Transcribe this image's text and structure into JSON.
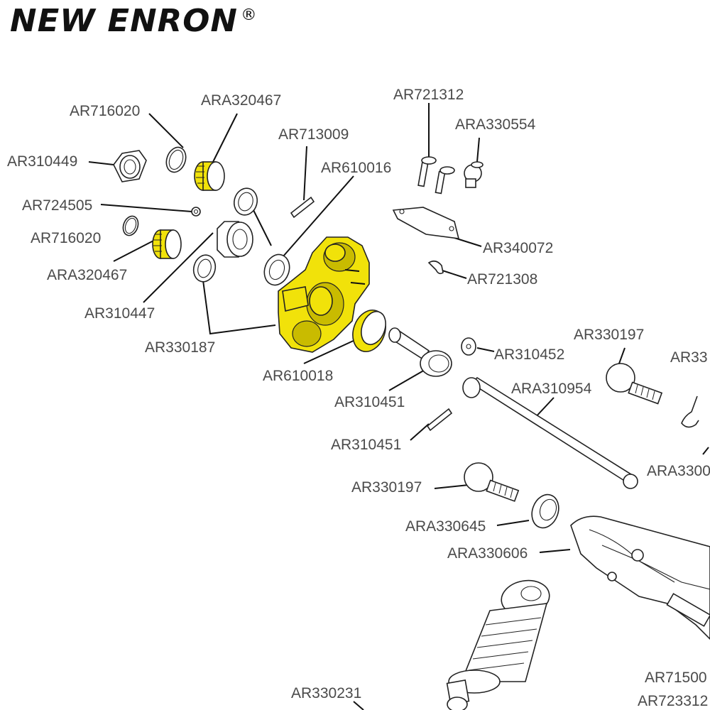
{
  "brand": {
    "name": "NEW ENRON",
    "mark": "®"
  },
  "colors": {
    "highlight": "#f1e20a",
    "line": "#222222",
    "label": "#4a4a4a"
  },
  "labels": {
    "ar716020_a": "AR716020",
    "ara320467_a": "ARA320467",
    "ar310449": "AR310449",
    "ar724505": "AR724505",
    "ar716020_b": "AR716020",
    "ara320467_b": "ARA320467",
    "ar310447": "AR310447",
    "ar330187": "AR330187",
    "ar713009": "AR713009",
    "ar610016": "AR610016",
    "ar721312": "AR721312",
    "ara330554": "ARA330554",
    "ar340072": "AR340072",
    "ar721308": "AR721308",
    "ar610018": "AR610018",
    "ar310452": "AR310452",
    "ar310451_a": "AR310451",
    "ar310451_b": "AR310451",
    "ar330197_a": "AR330197",
    "ara310954": "ARA310954",
    "ar33_partial": "AR33",
    "ara3300_partial": "ARA3300",
    "ar330197_b": "AR330197",
    "ara330645": "ARA330645",
    "ara330606": "ARA330606",
    "ar71500_partial": "AR71500",
    "ar723312_partial": "AR723312",
    "ar330231": "AR330231"
  }
}
